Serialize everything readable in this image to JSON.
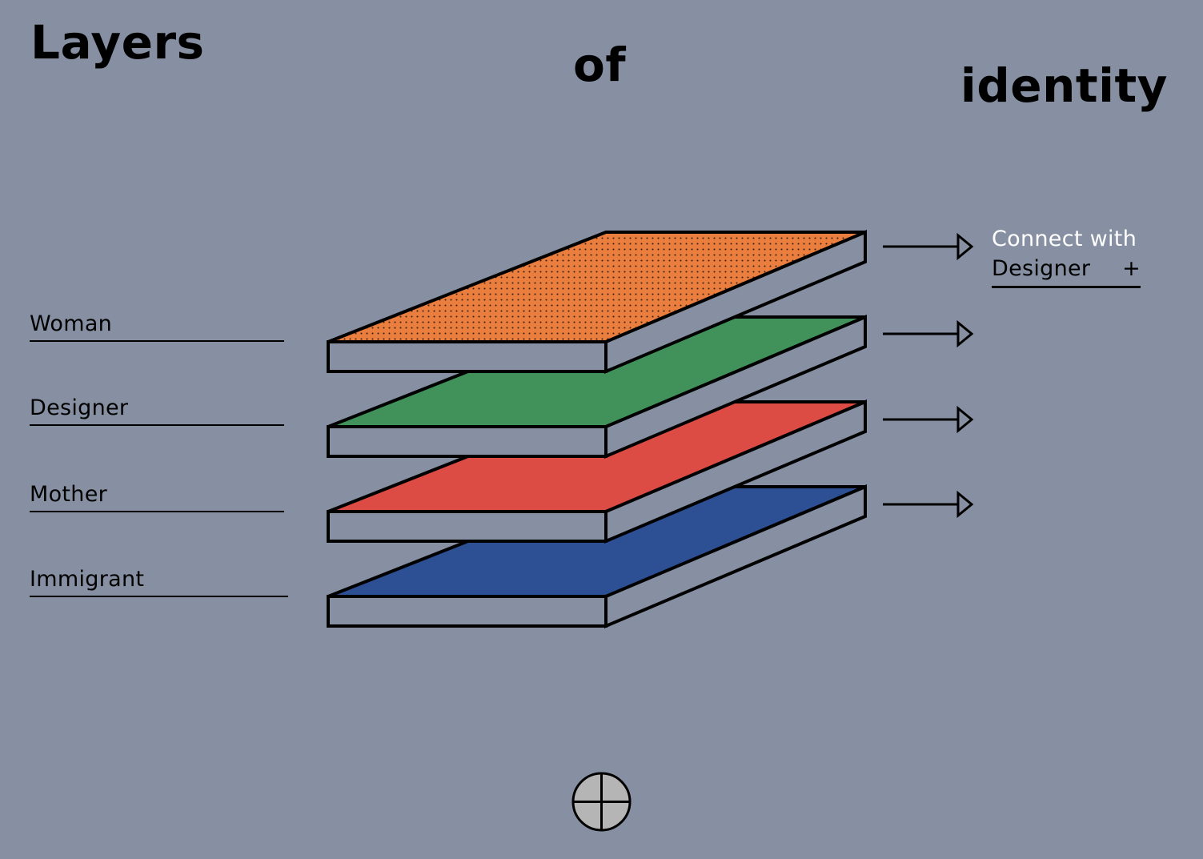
{
  "title": {
    "word1": "Layers",
    "word2": "of",
    "word3": "identity"
  },
  "layers": [
    {
      "label": "Woman",
      "color": "#ea7e3f",
      "pattern": "dotted"
    },
    {
      "label": "Designer",
      "color": "#41925a",
      "pattern": "solid"
    },
    {
      "label": "Mother",
      "color": "#dc4c44",
      "pattern": "solid"
    },
    {
      "label": "Immigrant",
      "color": "#2d4f93",
      "pattern": "solid"
    }
  ],
  "connect": {
    "line1": "Connect with",
    "line2": "Designer",
    "plus": "+"
  },
  "icons": {
    "arrow": "arrow-right-icon",
    "footer": "globe-icon"
  },
  "colors": {
    "background": "#8690a2",
    "slab_side": "#8690a2",
    "outline": "#000000",
    "footer_icon": "#b5b5b5"
  }
}
